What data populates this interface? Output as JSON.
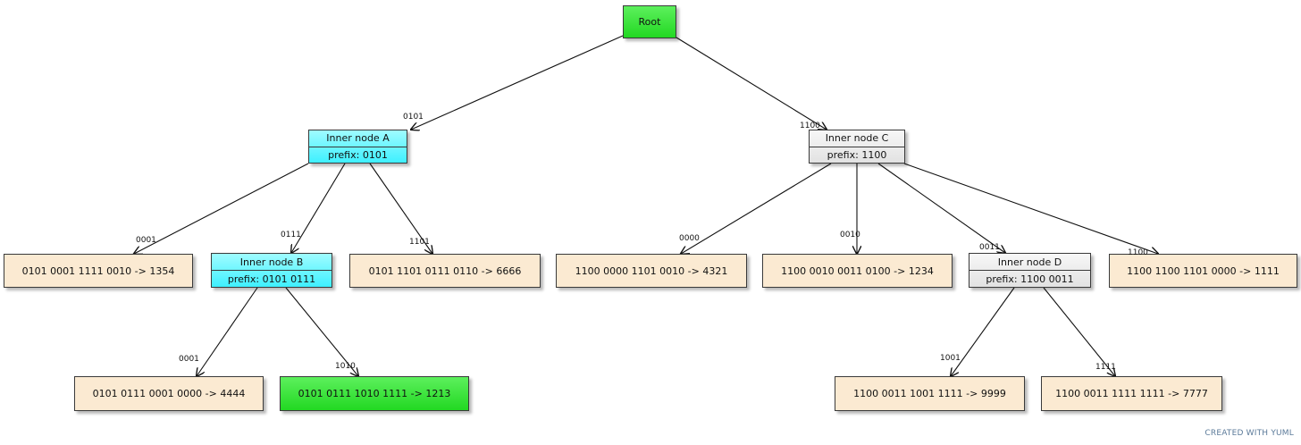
{
  "colors": {
    "root_fill": "#33e033",
    "inner_cyan": "#3ef0ff",
    "inner_gray": "#e6e6e6",
    "leaf_fill": "#fbead2",
    "leaf_highlight": "#33e033",
    "edge": "#111111"
  },
  "nodes": {
    "root": {
      "label": "Root"
    },
    "inner_a": {
      "title": "Inner node A",
      "prefix": "prefix: 0101"
    },
    "inner_b": {
      "title": "Inner node B",
      "prefix": "prefix: 0101 0111"
    },
    "inner_c": {
      "title": "Inner node C",
      "prefix": "prefix: 1100"
    },
    "inner_d": {
      "title": "Inner node D",
      "prefix": "prefix: 1100 0011"
    },
    "leaf_1354": {
      "label": "0101 0001 1111 0010 -> 1354"
    },
    "leaf_6666": {
      "label": "0101 1101 0111 0110 -> 6666"
    },
    "leaf_4444": {
      "label": "0101 0111 0001 0000 -> 4444"
    },
    "leaf_1213": {
      "label": "0101 0111 1010 1111 -> 1213"
    },
    "leaf_4321": {
      "label": "1100 0000 1101 0010 -> 4321"
    },
    "leaf_1234": {
      "label": "1100 0010 0011 0100 -> 1234"
    },
    "leaf_1111": {
      "label": "1100 1100 1101 0000 -> 1111"
    },
    "leaf_9999": {
      "label": "1100 0011 1001 1111 -> 9999"
    },
    "leaf_7777": {
      "label": "1100 0011 1111 1111 -> 7777"
    }
  },
  "edges": [
    {
      "from": "root",
      "to": "inner_a",
      "label": "0101"
    },
    {
      "from": "root",
      "to": "inner_c",
      "label": "1100"
    },
    {
      "from": "inner_a",
      "to": "leaf_1354",
      "label": "0001"
    },
    {
      "from": "inner_a",
      "to": "inner_b",
      "label": "0111"
    },
    {
      "from": "inner_a",
      "to": "leaf_6666",
      "label": "1101"
    },
    {
      "from": "inner_b",
      "to": "leaf_4444",
      "label": "0001"
    },
    {
      "from": "inner_b",
      "to": "leaf_1213",
      "label": "1010"
    },
    {
      "from": "inner_c",
      "to": "leaf_4321",
      "label": "0000"
    },
    {
      "from": "inner_c",
      "to": "leaf_1234",
      "label": "0010"
    },
    {
      "from": "inner_c",
      "to": "inner_d",
      "label": "0011"
    },
    {
      "from": "inner_c",
      "to": "leaf_1111",
      "label": "1100"
    },
    {
      "from": "inner_d",
      "to": "leaf_9999",
      "label": "1001"
    },
    {
      "from": "inner_d",
      "to": "leaf_7777",
      "label": "1111"
    }
  ],
  "footer": {
    "credit": "CREATED WITH YUML"
  }
}
